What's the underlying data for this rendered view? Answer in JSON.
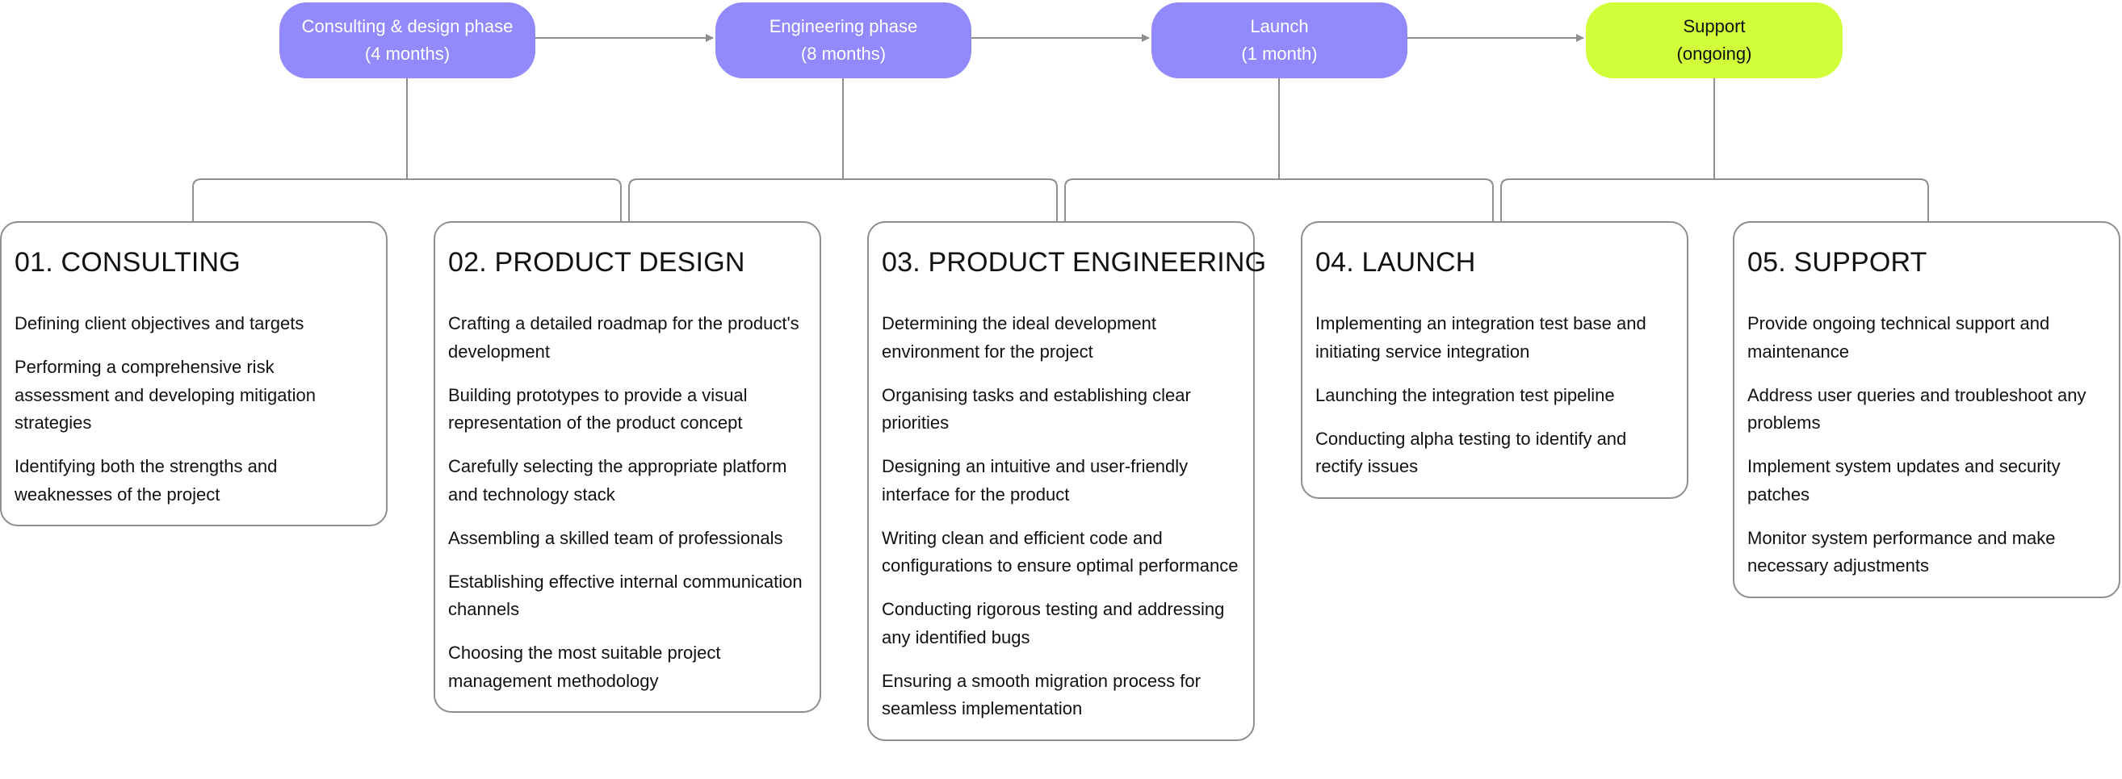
{
  "colors": {
    "phase_primary": "#9189fc",
    "phase_accent": "#d0ff3a",
    "line": "#8e8e8e",
    "text": "#111111"
  },
  "phases": [
    {
      "label": "Consulting & design phase",
      "duration": "(4 months)"
    },
    {
      "label": "Engineering phase",
      "duration": "(8 months)"
    },
    {
      "label": "Launch",
      "duration": "(1 month)"
    },
    {
      "label": "Support",
      "duration": "(ongoing)"
    }
  ],
  "cards": [
    {
      "title": "01. CONSULTING",
      "items": [
        "Defining client objectives and targets",
        "Performing a comprehensive risk assessment and developing mitigation strategies",
        "Identifying both the strengths and weaknesses of the project"
      ]
    },
    {
      "title": "02. PRODUCT DESIGN",
      "items": [
        "Crafting a detailed roadmap for the product's development",
        "Building prototypes to provide a visual representation of the product concept",
        "Carefully selecting the appropriate platform and technology stack",
        "Assembling a skilled team of professionals",
        "Establishing effective internal communication channels",
        "Choosing the most suitable project management methodology"
      ]
    },
    {
      "title": "03. PRODUCT ENGINEERING",
      "items": [
        "Determining the ideal development environment for the project",
        "Organising tasks and establishing clear priorities",
        "Designing an intuitive and user-friendly interface for the product",
        "Writing clean and efficient code and configurations to ensure optimal performance",
        "Conducting rigorous testing and addressing any identified bugs",
        "Ensuring a smooth migration process for seamless implementation"
      ]
    },
    {
      "title": "04. LAUNCH",
      "items": [
        "Implementing an integration test base and initiating service integration",
        "Launching the integration test pipeline",
        "Conducting alpha testing to identify and rectify issues"
      ]
    },
    {
      "title": "05. SUPPORT",
      "items": [
        "Provide ongoing technical support and maintenance",
        "Address user queries and troubleshoot any problems",
        "Implement system updates and security patches",
        "Monitor system performance and make necessary adjustments"
      ]
    }
  ]
}
